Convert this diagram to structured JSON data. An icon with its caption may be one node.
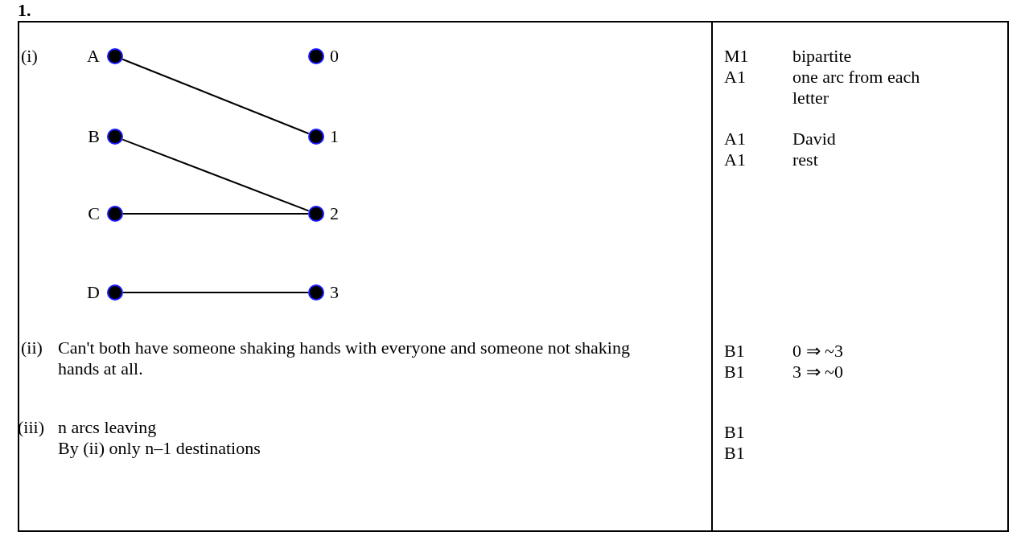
{
  "diagram": {
    "nodes": [
      {
        "text": [
          "A"
        ]
      },
      {
        "text": [
          "B"
        ]
      },
      {
        "text": [
          "C"
        ]
      },
      {
        "text": [
          "D"
        ]
      },
      {
        "text": [
          "0"
        ]
      },
      {
        "text": [
          "1"
        ]
      },
      {
        "text": [
          "2"
        ]
      },
      {
        "text": [
          "3"
        ]
      }
    ],
    "edges": [
      {
        "from": 0,
        "to": 5,
        "arrow": "none"
      },
      {
        "from": 1,
        "to": 6,
        "arrow": "none"
      },
      {
        "from": 2,
        "to": 6,
        "arrow": "none"
      },
      {
        "from": 3,
        "to": 7,
        "arrow": "none"
      }
    ],
    "labels": [
      "1.",
      "(i)",
      "M1",
      "bipartite",
      "A1",
      "one arc from each letter",
      "A1",
      "David",
      "A1",
      "rest",
      "(ii)",
      "Can't both have someone shaking hands with everyone and someone not shaking hands at all.",
      "B1",
      "0 ⇒ ~3",
      "B1",
      "3 ⇒ ~0",
      "(iii)",
      "n arcs leaving",
      "By (ii) only n–1 destinations",
      "B1",
      "B1"
    ]
  }
}
